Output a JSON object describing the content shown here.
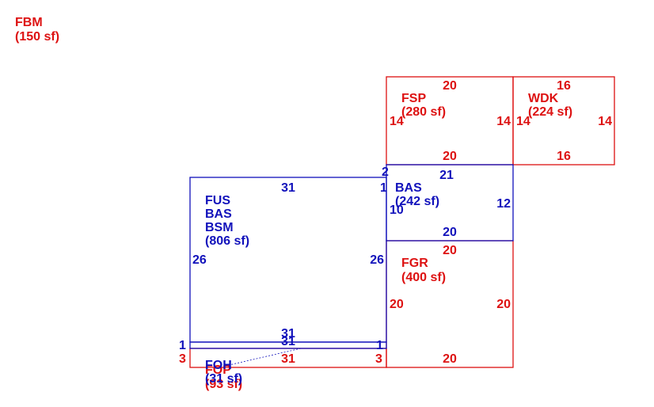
{
  "areas": {
    "fbm": {
      "code": "FBM",
      "area": "(150 sf)"
    },
    "fsp": {
      "code": "FSP",
      "area": "(280 sf)",
      "top": "20",
      "bottom": "20",
      "left": "14",
      "right": "14"
    },
    "wdk": {
      "code": "WDK",
      "area": "(224 sf)",
      "top": "16",
      "bottom": "16",
      "left": "14",
      "right": "14"
    },
    "bas_small": {
      "code": "BAS",
      "area": "(242 sf)",
      "top": "21",
      "bottom": "20",
      "left": "10",
      "right": "12",
      "corner_top": "2",
      "corner_side": "1"
    },
    "main": {
      "line1": "FUS",
      "line2": "BAS",
      "line3": "BSM",
      "area": "(806 sf)",
      "top": "31",
      "bottom": "31",
      "left": "26",
      "right": "26"
    },
    "foh": {
      "code": "FOH",
      "area": "(31 sf)",
      "top": "31",
      "left": "1",
      "right": "1"
    },
    "fgr": {
      "code": "FGR",
      "area": "(400 sf)",
      "top": "20",
      "bottom": "20",
      "left": "20",
      "right": "20"
    },
    "fop": {
      "code": "FOP",
      "area": "(93 sf)",
      "top": "31",
      "left": "3",
      "right": "3"
    }
  },
  "colors": {
    "red": "#dd1111",
    "blue": "#1111bb"
  }
}
